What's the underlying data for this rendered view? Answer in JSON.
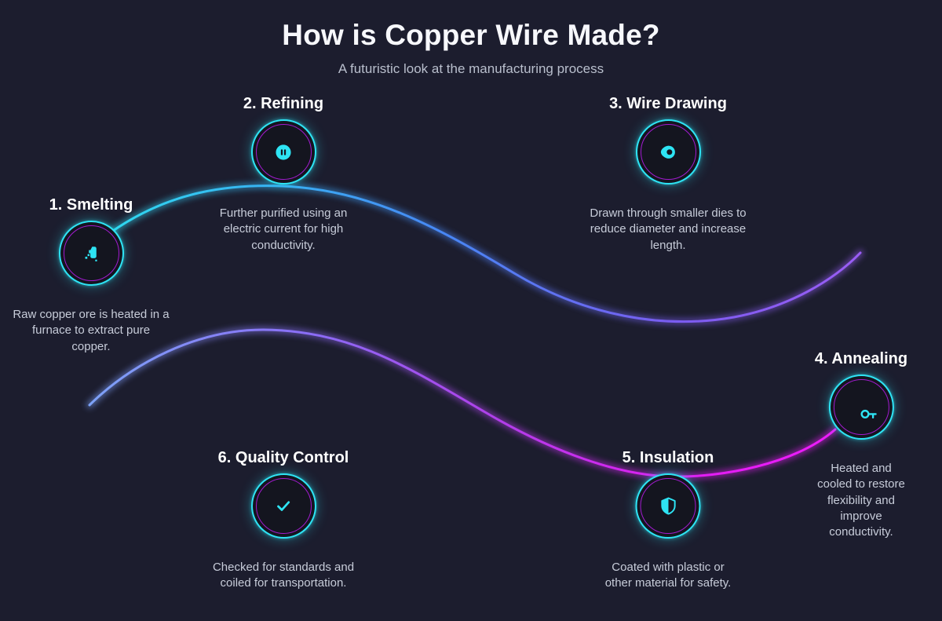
{
  "page": {
    "title": "How is Copper Wire Made?",
    "subtitle": "A futuristic look at the manufacturing process"
  },
  "colors": {
    "background": "#1c1d2e",
    "node_fill": "#14151f",
    "ring_outer_cyan": "#2ee4f4",
    "ring_inner_magenta": "#a21bcf",
    "icon_cyan": "#2ee4f4",
    "title_text": "#f7f8fc",
    "subtitle_text": "#b9bfcd",
    "description_text": "#c7ccd9",
    "curve_top_start_cyan": "#2fd9f0",
    "curve_top_end_purple": "#9a5df5",
    "curve_bottom_start_blue": "#7da2f7",
    "curve_bottom_end_magenta": "#ed1cfa"
  },
  "steps": [
    {
      "label": "1. Smelting",
      "icon": "furnace-icon",
      "description": "Raw copper ore is heated in a furnace to extract pure copper."
    },
    {
      "label": "2. Refining",
      "icon": "electrolysis-icon",
      "description": "Further purified using an electric current for high conductivity."
    },
    {
      "label": "3. Wire Drawing",
      "icon": "drawing-die-icon",
      "description": "Drawn through smaller dies to reduce diameter and increase length."
    },
    {
      "label": "4. Annealing",
      "icon": "key-icon",
      "description": "Heated and cooled to restore flexibility and improve conductivity."
    },
    {
      "label": "5. Insulation",
      "icon": "shield-icon",
      "description": "Coated with plastic or other material for safety."
    },
    {
      "label": "6. Quality Control",
      "icon": "checkmark-icon",
      "description": "Checked for standards and coiled for transportation."
    }
  ]
}
